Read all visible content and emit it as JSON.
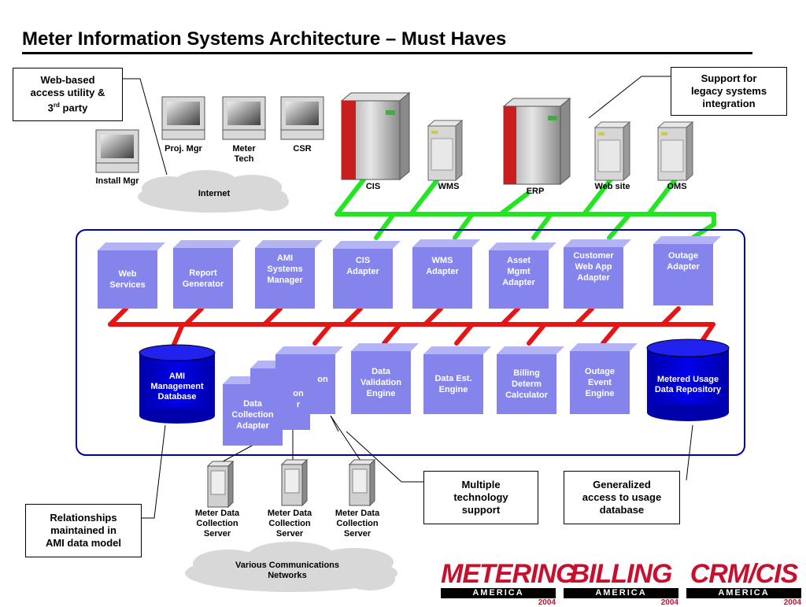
{
  "title": "Meter Information Systems Architecture – Must Haves",
  "callouts": {
    "web_access_line1": "Web-based",
    "web_access_line2": "access utility &",
    "web_access_line3_prefix": "3",
    "web_access_line3_sup": "rd",
    "web_access_line3_suffix": " party",
    "legacy_line1": "Support for",
    "legacy_line2": "legacy systems",
    "legacy_line3": "integration",
    "multi_line1": "Multiple",
    "multi_line2": "technology",
    "multi_line3": "support",
    "generalized_line1": "Generalized",
    "generalized_line2": "access to usage",
    "generalized_line3": "database",
    "relationships_line1": "Relationships",
    "relationships_line2": "maintained in",
    "relationships_line3": "AMI data model"
  },
  "terminals": {
    "install_mgr": "Install Mgr",
    "proj_mgr": "Proj. Mgr",
    "meter_tech_line1": "Meter",
    "meter_tech_line2": "Tech",
    "csr": "CSR"
  },
  "clouds": {
    "internet": "Internet",
    "networks_line1": "Various Communications",
    "networks_line2": "Networks"
  },
  "servers": {
    "cis": "CIS",
    "wms": "WMS",
    "erp": "ERP",
    "web_site": "Web site",
    "oms": "OMS"
  },
  "adapters": [
    {
      "line1": "Web",
      "line2": "Services",
      "line3": ""
    },
    {
      "line1": "Report",
      "line2": "Generator",
      "line3": ""
    },
    {
      "line1": "AMI",
      "line2": "Systems",
      "line3": "Manager"
    },
    {
      "line1": "CIS",
      "line2": "Adapter",
      "line3": ""
    },
    {
      "line1": "WMS",
      "line2": "Adapter",
      "line3": ""
    },
    {
      "line1": "Asset",
      "line2": "Mgmt",
      "line3": "Adapter"
    },
    {
      "line1": "Customer",
      "line2": "Web App",
      "line3": "Adapter"
    },
    {
      "line1": "Outage",
      "line2": "Adapter",
      "line3": ""
    }
  ],
  "engines": [
    {
      "line1": "Data",
      "line2": "Validation",
      "line3": "Engine"
    },
    {
      "line1": "Data Est.",
      "line2": "Engine",
      "line3": ""
    },
    {
      "line1": "Billing",
      "line2": "Determ",
      "line3": "Calculator"
    },
    {
      "line1": "Outage",
      "line2": "Event",
      "line3": "Engine"
    }
  ],
  "stacked": {
    "back_partial": "on",
    "middle_partial_1": "on",
    "middle_partial_2": "r",
    "front_line1": "Data",
    "front_line2": "Collection",
    "front_line3": "Adapter"
  },
  "databases": {
    "ami_line1": "AMI",
    "ami_line2": "Management",
    "ami_line3": "Database",
    "usage_line1": "Metered Usage",
    "usage_line2": "Data Repository"
  },
  "collection_servers": [
    {
      "line1": "Meter Data",
      "line2": "Collection",
      "line3": "Server"
    },
    {
      "line1": "Meter Data",
      "line2": "Collection",
      "line3": "Server"
    },
    {
      "line1": "Meter Data",
      "line2": "Collection",
      "line3": "Server"
    }
  ],
  "logos": {
    "metering": "METERING",
    "billing": "BILLING",
    "crmcis": "CRM/CIS",
    "america": "AMERICA",
    "year": "2004"
  },
  "colors": {
    "adapter_fill": "#8484ec",
    "green_bus": "#22e622",
    "red_bus": "#e61414",
    "database_fill": "#0000cc",
    "frame_border": "#0000aa"
  }
}
